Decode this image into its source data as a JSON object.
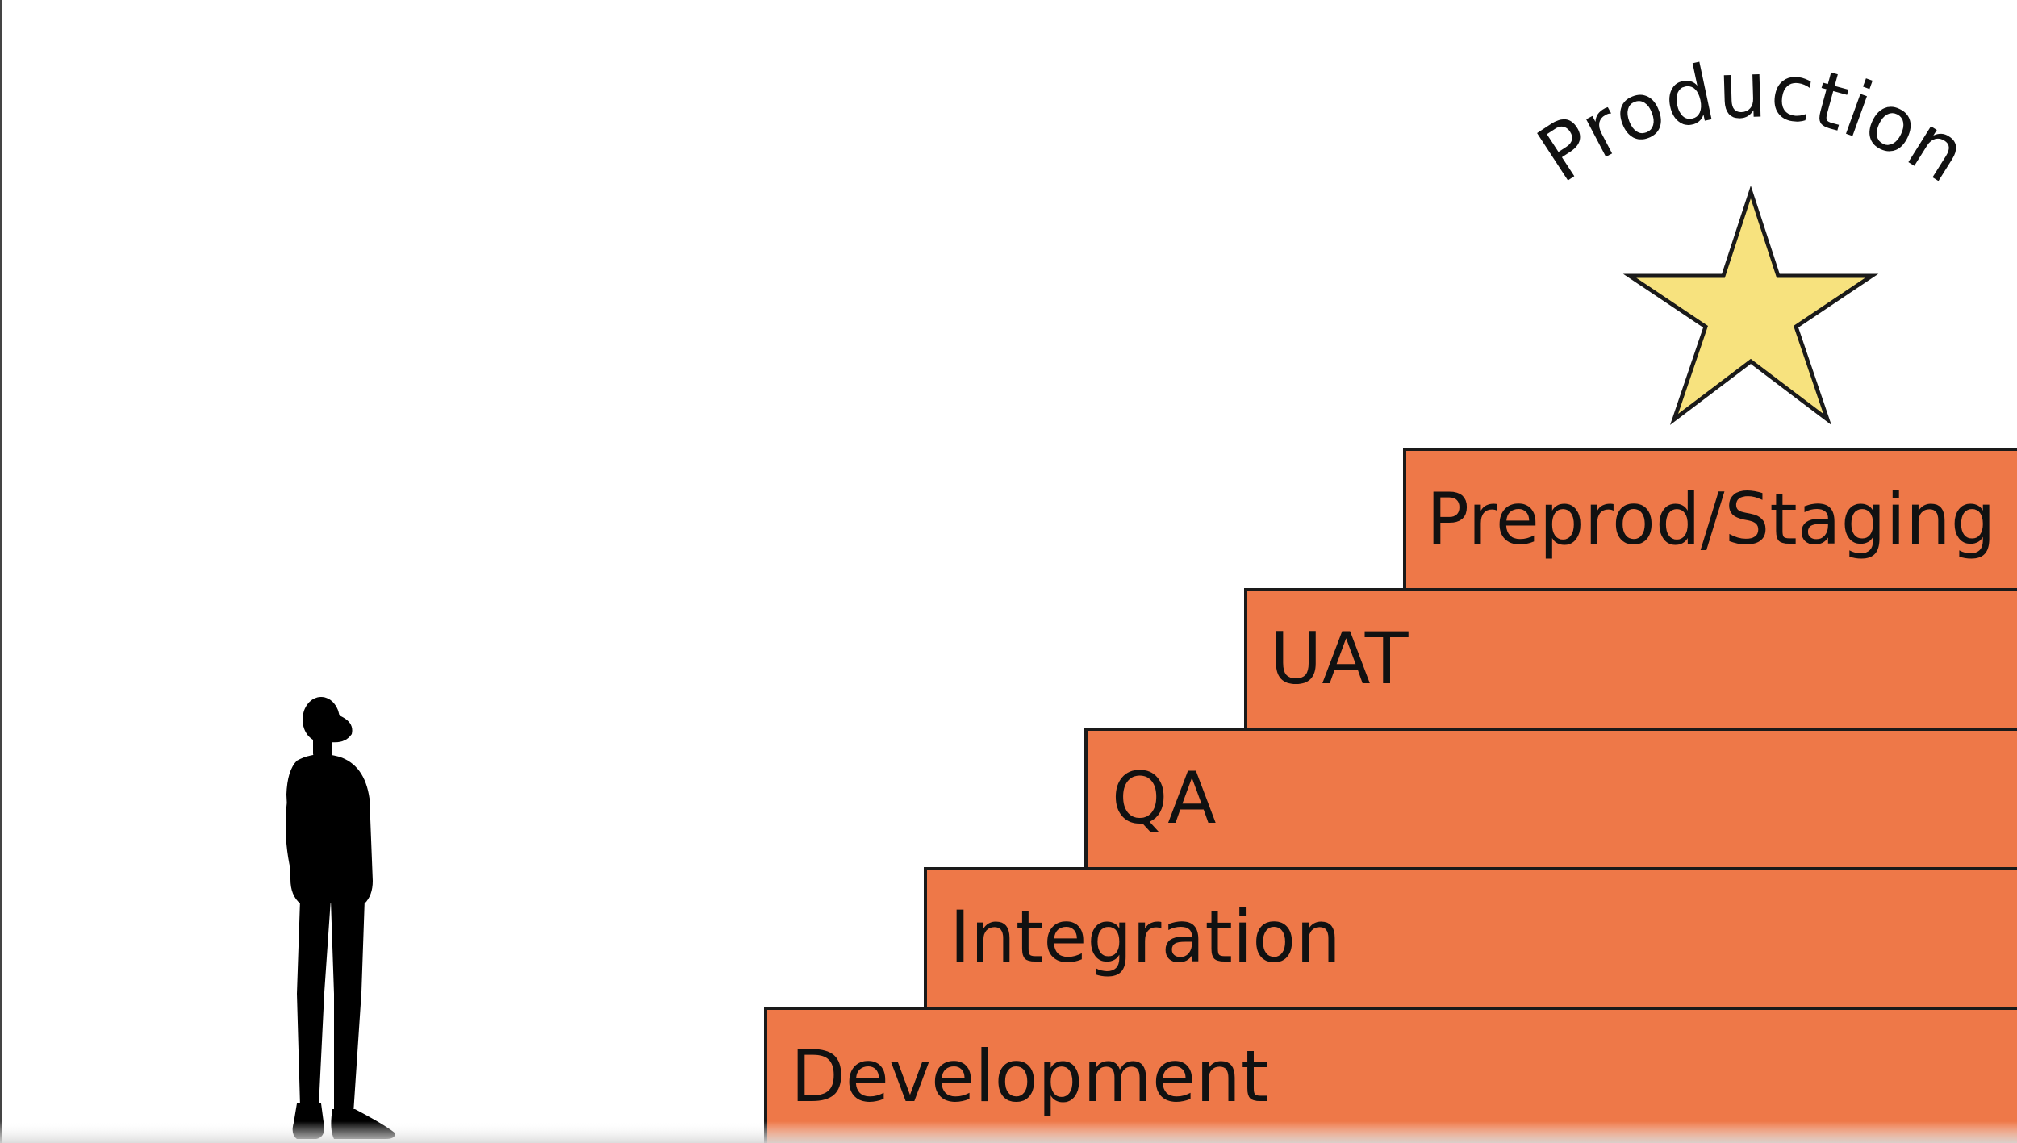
{
  "diagram": {
    "top_label": "Production",
    "steps": [
      {
        "label": "Development"
      },
      {
        "label": "Integration"
      },
      {
        "label": "QA"
      },
      {
        "label": "UAT"
      },
      {
        "label": "Preprod/Staging"
      }
    ],
    "colors": {
      "step_fill": "#EE7848",
      "step_stroke": "#1a1a1a",
      "star_fill": "#F7E27E",
      "star_stroke": "#1a1a1a",
      "silhouette": "#000000",
      "background": "#ffffff"
    },
    "icons": {
      "star": "star-icon",
      "person": "person-silhouette-icon"
    }
  }
}
